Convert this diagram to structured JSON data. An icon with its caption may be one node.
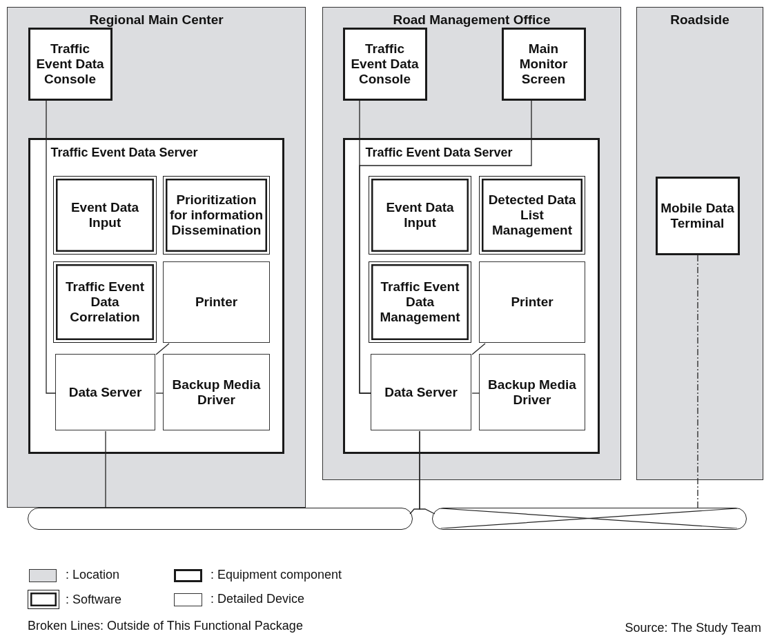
{
  "diagram": {
    "nodes": [
      {
        "text": [
          "Regional Main Center"
        ]
      },
      {
        "text": [
          "Traffic Event Data Console"
        ],
        "in": 0
      },
      {
        "text": [
          "Traffic Event Data Server"
        ],
        "in": 0
      },
      {
        "text": [
          "Event Data Input"
        ],
        "in": 2
      },
      {
        "text": [
          "Prioritization for information Dissemination"
        ],
        "in": 2
      },
      {
        "text": [
          "Traffic Event Data Correlation"
        ],
        "in": 2
      },
      {
        "text": [
          "Printer"
        ],
        "in": 2
      },
      {
        "text": [
          "Data Server"
        ],
        "in": 2
      },
      {
        "text": [
          "Backup Media Driver"
        ],
        "in": 2
      },
      {
        "text": [
          "Road Management Office"
        ]
      },
      {
        "text": [
          "Traffic Event Data Console"
        ],
        "in": 9
      },
      {
        "text": [
          "Main Monitor Screen"
        ],
        "in": 9
      },
      {
        "text": [
          "Traffic Event Data Server"
        ],
        "in": 9
      },
      {
        "text": [
          "Event Data Input"
        ],
        "in": 12
      },
      {
        "text": [
          "Detected Data List Management"
        ],
        "in": 12
      },
      {
        "text": [
          "Traffic Event Data Management"
        ],
        "in": 12
      },
      {
        "text": [
          "Printer"
        ],
        "in": 12
      },
      {
        "text": [
          "Data Server"
        ],
        "in": 12
      },
      {
        "text": [
          "Backup Media Driver"
        ],
        "in": 12
      },
      {
        "text": [
          "Roadside"
        ]
      },
      {
        "text": [
          "Mobile Data Terminal"
        ],
        "in": 19
      },
      {
        "text": [],
        "shape": "bar"
      },
      {
        "text": [],
        "shape": "bar"
      }
    ],
    "edges": [
      {
        "from": 1,
        "to": 7,
        "arrow": "none"
      },
      {
        "from": 6,
        "to": 7,
        "arrow": "none"
      },
      {
        "from": 8,
        "to": 7,
        "arrow": "none"
      },
      {
        "from": 7,
        "to": 21,
        "arrow": "none"
      },
      {
        "from": 10,
        "to": 17,
        "arrow": "none"
      },
      {
        "from": 11,
        "to": 17,
        "arrow": "none"
      },
      {
        "from": 16,
        "to": 17,
        "arrow": "none"
      },
      {
        "from": 18,
        "to": 17,
        "arrow": "none"
      },
      {
        "from": 17,
        "to": 21,
        "arrow": "none"
      },
      {
        "from": 17,
        "to": 22,
        "arrow": "none"
      },
      {
        "from": 20,
        "to": 22,
        "arrow": "none",
        "style": "dashed"
      }
    ],
    "labels": [
      "Broken Lines: Outside of This Functional Package",
      "Source: The Study Team"
    ],
    "legend": [
      {
        "text": ": Location",
        "color": "#dcdde0"
      },
      {
        "text": ": Equipment component"
      },
      {
        "text": ": Software"
      },
      {
        "text": ": Detailed Device"
      }
    ]
  }
}
